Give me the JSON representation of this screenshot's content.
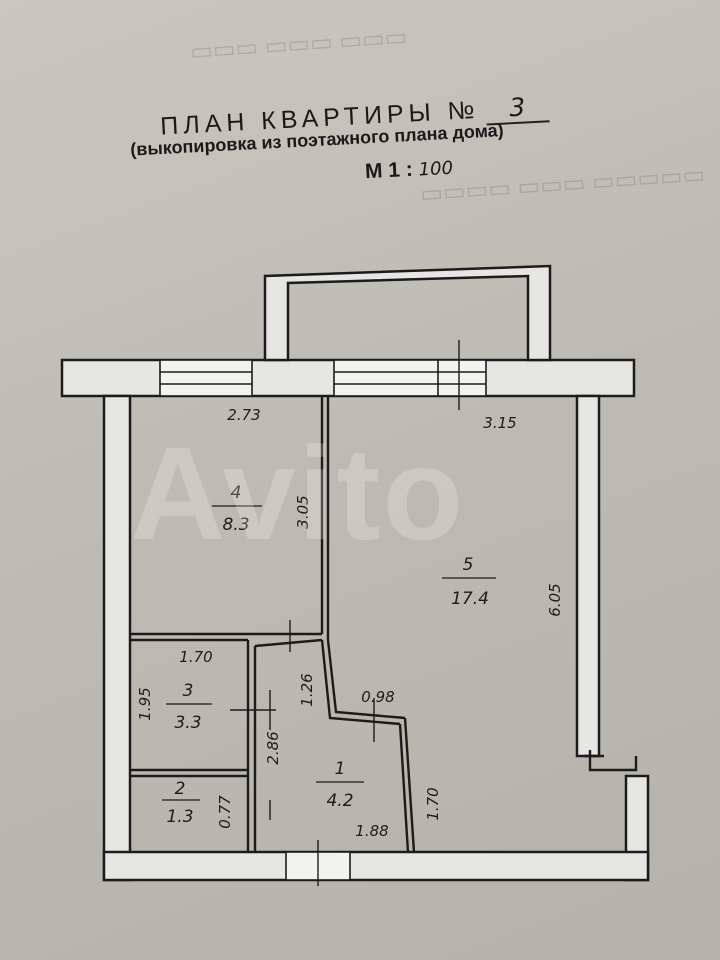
{
  "header": {
    "title": "ПЛАН КВАРТИРЫ №",
    "number": "3",
    "subtitle": "(выкопировка из поэтажного плана дома)",
    "scale_label": "М 1 :",
    "scale_value": "100"
  },
  "watermark": "Avito",
  "rooms": [
    {
      "id": "4",
      "area": "8.3"
    },
    {
      "id": "5",
      "area": "17.4"
    },
    {
      "id": "3",
      "area": "3.3"
    },
    {
      "id": "2",
      "area": "1.3"
    },
    {
      "id": "1",
      "area": "4.2"
    }
  ],
  "dimensions": {
    "room4_width": "2.73",
    "room4_height": "3.05",
    "room5_width": "3.15",
    "room5_height": "6.05",
    "room3_width": "1.70",
    "room3_height": "1.95",
    "room1_top": "1.26",
    "room1_height": "2.86",
    "room1_notch": "0.98",
    "room1_bottom": "1.88",
    "room1_right": "1.70",
    "room2_height": "0.77"
  },
  "colors": {
    "paper": "#c4c2bb",
    "ink": "#1c1c1c",
    "wall_fill": "#e6e6e2"
  }
}
